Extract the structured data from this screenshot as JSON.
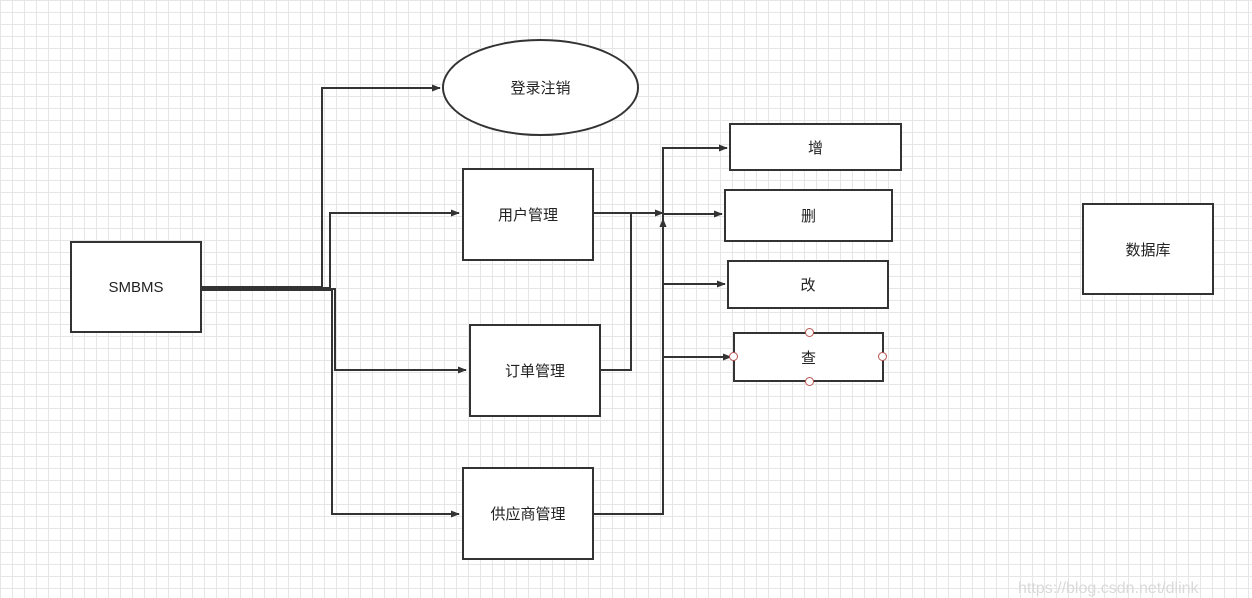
{
  "diagram": {
    "nodes": {
      "smbms": "SMBMS",
      "login": "登录注销",
      "user": "用户管理",
      "order": "订单管理",
      "provider": "供应商管理",
      "add": "增",
      "delete": "删",
      "modify": "改",
      "query": "查",
      "database": "数据库"
    },
    "colors": {
      "line": "#333333",
      "grid": "#e6e6e6",
      "selection_handle": "#b85450"
    }
  },
  "watermark": "https://blog.csdn.net/dlink"
}
